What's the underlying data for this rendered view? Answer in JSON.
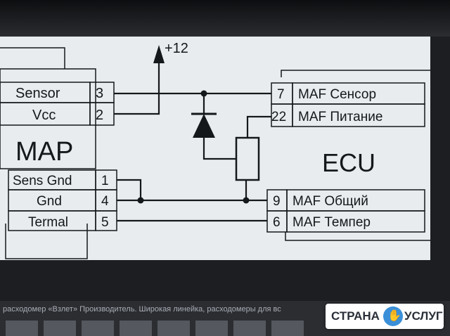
{
  "map": {
    "title": "MAP",
    "rows": [
      {
        "label": "Sensor",
        "pin": "3"
      },
      {
        "label": "Vcc",
        "pin": "2"
      },
      {
        "label": "Sens Gnd",
        "pin": "1"
      },
      {
        "label": "Gnd",
        "pin": "4"
      },
      {
        "label": "Termal",
        "pin": "5"
      }
    ]
  },
  "supply": {
    "label": "+12"
  },
  "ecu": {
    "title": "ECU",
    "rows": [
      {
        "pin": "7",
        "label": "MAF Сенсор"
      },
      {
        "pin": "22",
        "label": "MAF Питание"
      },
      {
        "pin": "9",
        "label": "MAF Общий"
      },
      {
        "pin": "6",
        "label": "MAF Темпер"
      }
    ]
  },
  "page": {
    "caption": "расходомер «Взлет» Производитель. Широкая линейка, расходомеры для вс"
  },
  "logo": {
    "left_word": "СТРАНА",
    "right_word": "УСЛУГ",
    "badge_glyph": "✋"
  },
  "colors": {
    "screen": "#e9ecee",
    "line": "#15181b",
    "bottom": "#2b2d31",
    "logo_accent": "#3a8fd8"
  }
}
